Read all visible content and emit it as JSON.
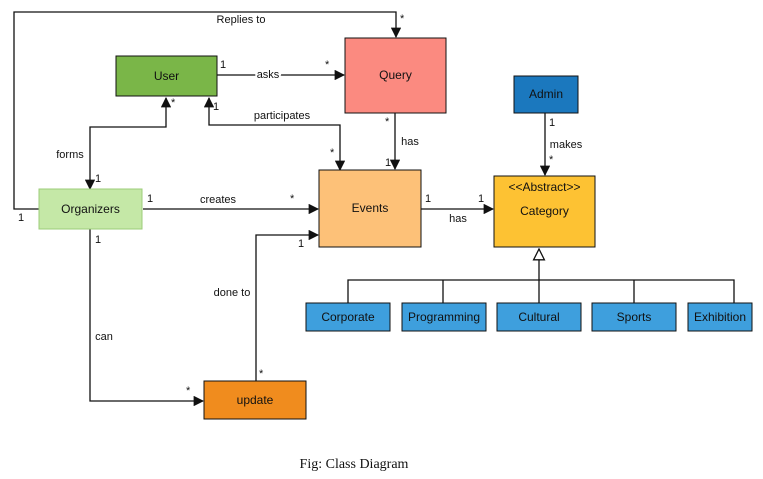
{
  "classes": {
    "user": {
      "label": "User",
      "color": "#7ab648"
    },
    "query": {
      "label": "Query",
      "color": "#fb8a80"
    },
    "admin": {
      "label": "Admin",
      "color": "#1b78be"
    },
    "organizers": {
      "label": "Organizers",
      "color": "#c5e8a7"
    },
    "events": {
      "label": "Events",
      "color": "#fdc178"
    },
    "category": {
      "stereotype": "<<Abstract>>",
      "label": "Category",
      "color": "#fdc233"
    },
    "update": {
      "label": "update",
      "color": "#f08c1e"
    },
    "corporate": {
      "label": "Corporate",
      "color": "#3e9fdd"
    },
    "programming": {
      "label": "Programming",
      "color": "#3e9fdd"
    },
    "cultural": {
      "label": "Cultural",
      "color": "#3e9fdd"
    },
    "sports": {
      "label": "Sports",
      "color": "#3e9fdd"
    },
    "exhibition": {
      "label": "Exhibition",
      "color": "#3e9fdd"
    }
  },
  "relations": {
    "replies_to": {
      "label": "Replies to",
      "m_source": "1",
      "m_target": "*"
    },
    "asks": {
      "label": "asks",
      "m_source": "1",
      "m_target": "*"
    },
    "participates": {
      "label": "participates",
      "m_source": "1",
      "m_target": "*"
    },
    "forms": {
      "label": "forms",
      "m_source": "*",
      "m_target": "1"
    },
    "query_has": {
      "label": "has",
      "m_source": "*",
      "m_target": "1"
    },
    "makes": {
      "label": "makes",
      "m_source": "1",
      "m_target": "*"
    },
    "creates": {
      "label": "creates",
      "m_source": "1",
      "m_target": "*"
    },
    "events_has": {
      "label": "has",
      "m_source": "1",
      "m_target": "1"
    },
    "done_to": {
      "label": "done to",
      "m_source": "*",
      "m_target": "1"
    },
    "can": {
      "label": "can",
      "m_source": "1",
      "m_target": "*"
    }
  },
  "caption": "Fig: Class Diagram"
}
